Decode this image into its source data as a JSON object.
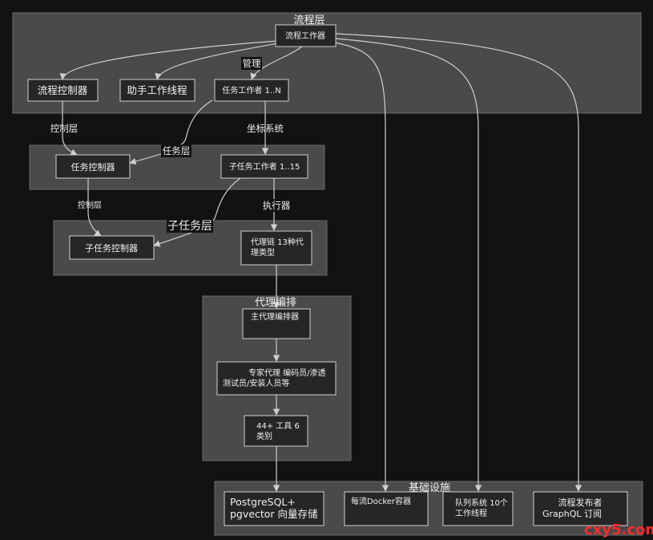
{
  "groups": {
    "process_layer": "流程层",
    "task_layer": "任务层",
    "subtask_layer": "子任务层",
    "agent_orchestration": "代理编排",
    "infrastructure": "基础设施"
  },
  "nodes": {
    "process_worker": "流程工作器",
    "process_controller": "流程控制器",
    "helper_worker": "助手工作线程",
    "task_worker": "任务工作者 1..N",
    "task_controller": "任务控制器",
    "subtask_worker": "子任务工作者 1..15",
    "subtask_controller": "子任务控制器",
    "agent_chain": [
      "代理链 13种代",
      "理类型"
    ],
    "main_orchestrator": "主代理编排器",
    "expert_agents": [
      "专家代理 编码员/渗透",
      "测试员/安装人员等"
    ],
    "tools": [
      "44+ 工具 6",
      "类别"
    ],
    "postgres": [
      "PostgreSQL+",
      "pgvector 向量存储"
    ],
    "docker": "每流Docker容器",
    "queue": [
      "队列系统 10个",
      "工作线程"
    ],
    "publisher": [
      "流程发布者",
      "GraphQL 订阅"
    ]
  },
  "edges": {
    "manage": "管理",
    "control_layer": "控制层",
    "coord_system": "坐标系统",
    "control_layer_small": "控制层",
    "executor": "执行器"
  },
  "watermark": "cxy5.com"
}
